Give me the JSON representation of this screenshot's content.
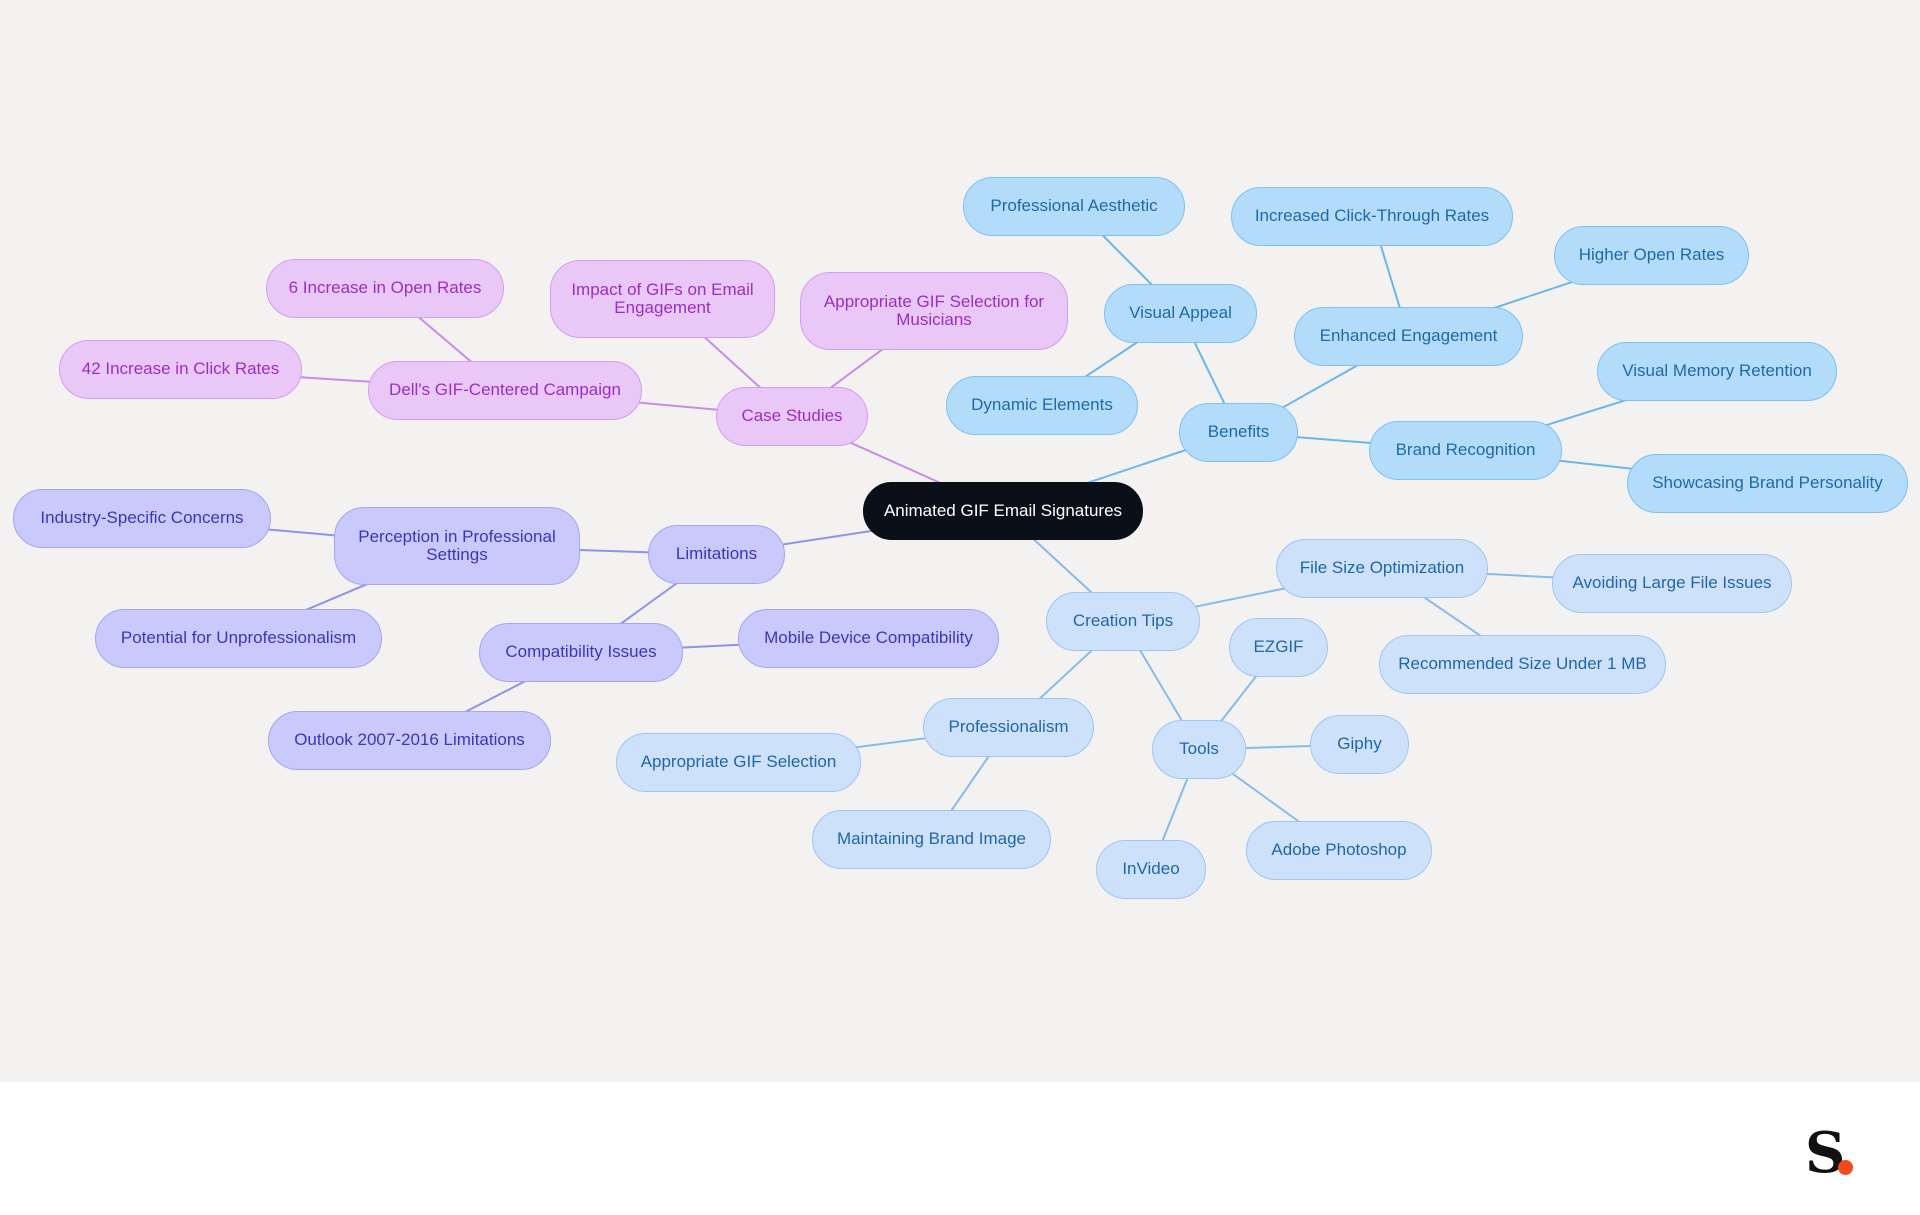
{
  "diagram": {
    "root": "Animated GIF Email Signatures",
    "branches": [
      {
        "label": "Case Studies",
        "children": [
          {
            "label": "Dell's GIF-Centered Campaign",
            "children": [
              "6 Increase in Open Rates",
              "42 Increase in Click Rates"
            ]
          },
          {
            "label": "Impact of GIFs on Email Engagement"
          },
          {
            "label": "Appropriate GIF Selection for Musicians"
          }
        ]
      },
      {
        "label": "Limitations",
        "children": [
          {
            "label": "Perception in Professional Settings",
            "children": [
              "Industry-Specific Concerns",
              "Potential for Unprofessionalism"
            ]
          },
          {
            "label": "Compatibility Issues",
            "children": [
              "Mobile Device Compatibility",
              "Outlook 2007-2016 Limitations"
            ]
          }
        ]
      },
      {
        "label": "Benefits",
        "children": [
          {
            "label": "Visual Appeal",
            "children": [
              "Professional Aesthetic",
              "Dynamic Elements"
            ]
          },
          {
            "label": "Enhanced Engagement",
            "children": [
              "Increased Click-Through Rates",
              "Higher Open Rates"
            ]
          },
          {
            "label": "Brand Recognition",
            "children": [
              "Visual Memory Retention",
              "Showcasing Brand Personality"
            ]
          }
        ]
      },
      {
        "label": "Creation Tips",
        "children": [
          {
            "label": "File Size Optimization",
            "children": [
              "Avoiding Large File Issues",
              "Recommended Size Under 1 MB"
            ]
          },
          {
            "label": "Professionalism",
            "children": [
              "Appropriate GIF Selection",
              "Maintaining Brand Image"
            ]
          },
          {
            "label": "Tools",
            "children": [
              "EZGIF",
              "Giphy",
              "Adobe Photoshop",
              "InVideo"
            ]
          }
        ]
      }
    ]
  },
  "colors": {
    "root": "#0b0f17",
    "case_studies": "#e9c8f8",
    "limitations": "#c9cafb",
    "benefits": "#b3dcfb",
    "creation_tips": "#cde2fa",
    "logo_accent": "#f04a1c"
  },
  "footer": {
    "logo_text": "S"
  }
}
